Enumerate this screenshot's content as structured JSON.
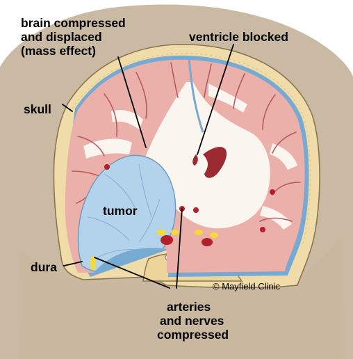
{
  "labels": {
    "brain": [
      "brain compressed",
      "and displaced",
      "(mass effect)"
    ],
    "ventricle": "ventricle blocked",
    "skull": "skull",
    "tumor": "tumor",
    "dura": "dura",
    "arteries": [
      "arteries",
      "and nerves",
      "compressed"
    ]
  },
  "credit": "© Mayfield Clinic",
  "colors": {
    "background_head": "#cbbaa3",
    "skull": "#efdca9",
    "dura": "#76aad3",
    "brain_gray_matter": "#eab0a9",
    "white_matter": "#fbf5f0",
    "tumor": "#b3d2ec",
    "artery": "#b4202a",
    "nerve": "#f3da34"
  }
}
